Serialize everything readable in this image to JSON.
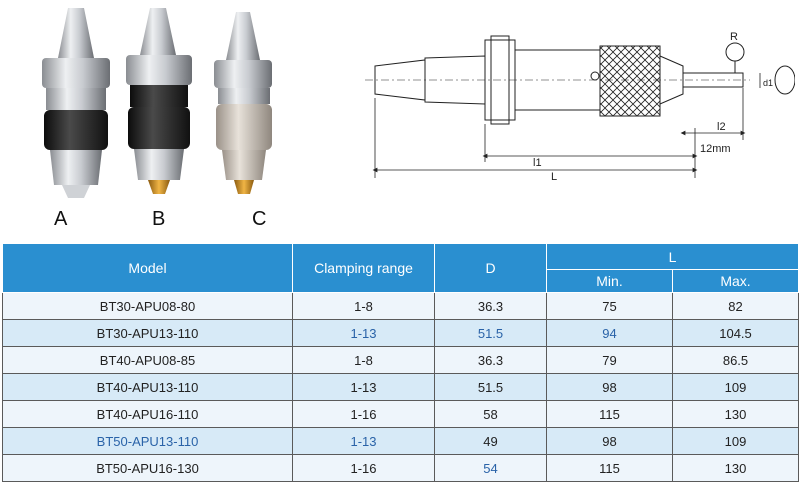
{
  "photos": {
    "labels": [
      "A",
      "B",
      "C"
    ]
  },
  "drawing": {
    "label_R": "R",
    "label_d1": "d1",
    "label_l1": "l1",
    "label_l2": "l2",
    "label_L": "L",
    "label_12mm": "12mm"
  },
  "table": {
    "headers": {
      "model": "Model",
      "clamping": "Clamping range",
      "d": "D",
      "l": "L",
      "min": "Min.",
      "max": "Max."
    },
    "rows": [
      {
        "model": "BT30-APU08-80",
        "range": "1-8",
        "d": "36.3",
        "min": "75",
        "max": "82"
      },
      {
        "model": "BT30-APU13-110",
        "range": "1-13",
        "d": "51.5",
        "min": "94",
        "max": "104.5"
      },
      {
        "model": "BT40-APU08-85",
        "range": "1-8",
        "d": "36.3",
        "min": "79",
        "max": "86.5"
      },
      {
        "model": "BT40-APU13-110",
        "range": "1-13",
        "d": "51.5",
        "min": "98",
        "max": "109"
      },
      {
        "model": "BT40-APU16-110",
        "range": "1-16",
        "d": "58",
        "min": "115",
        "max": "130"
      },
      {
        "model": "BT50-APU13-110",
        "range": "1-13",
        "d": "49",
        "min": "98",
        "max": "109"
      },
      {
        "model": "BT50-APU16-130",
        "range": "1-16",
        "d": "54",
        "min": "115",
        "max": "130"
      }
    ]
  },
  "colors": {
    "header_bg": "#2a8fd0",
    "row_light": "#eef5fb",
    "row_dark": "#d7eaf7",
    "highlight_text": "#2a63a8"
  }
}
